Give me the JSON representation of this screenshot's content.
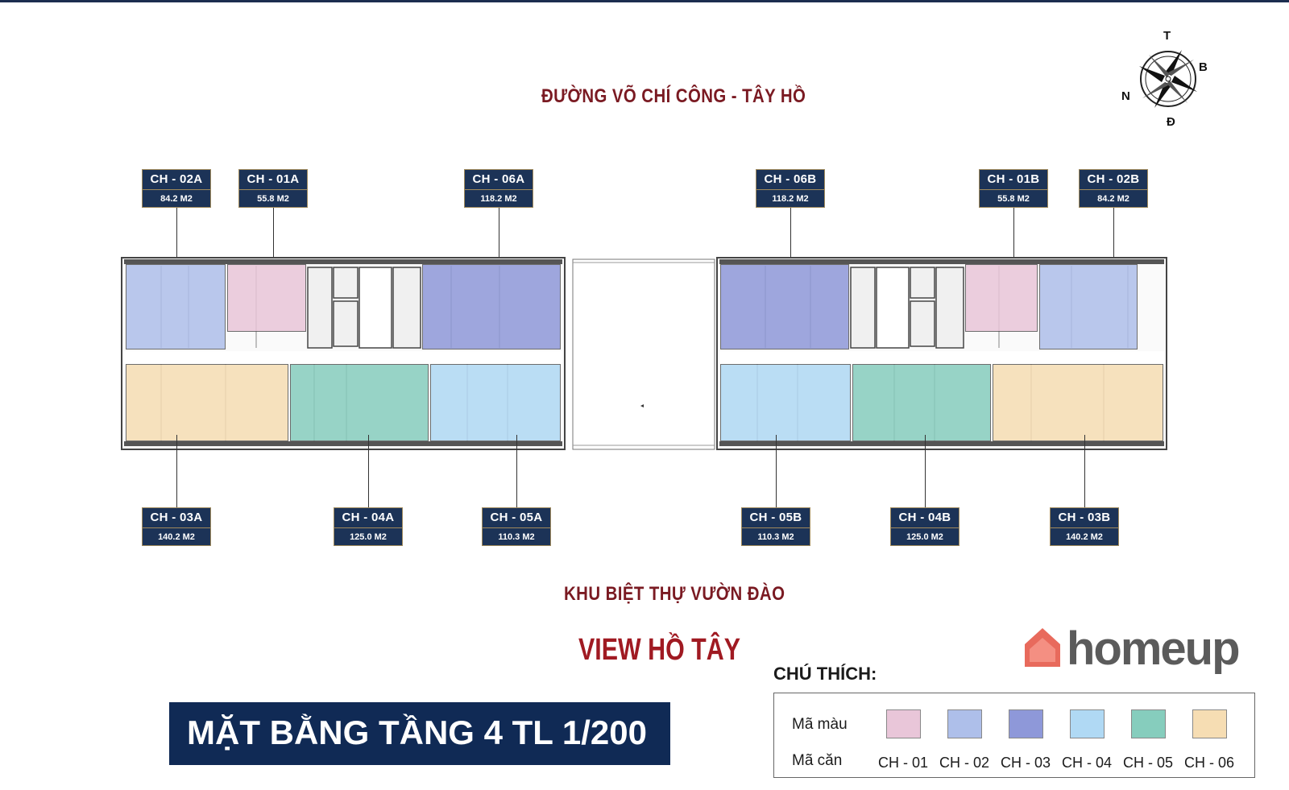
{
  "street_top": "ĐƯỜNG VÕ CHÍ CÔNG - TÂY HỒ",
  "street_bottom": "KHU BIỆT THỰ VƯỜN ĐÀO",
  "view_text": "VIEW HỒ TÂY",
  "compass": {
    "north": "T",
    "east": "B",
    "west": "N",
    "south": "Đ"
  },
  "labels_top": [
    {
      "code": "CH - 02A",
      "area": "84.2 M2"
    },
    {
      "code": "CH - 01A",
      "area": "55.8 M2"
    },
    {
      "code": "CH - 06A",
      "area": "118.2 M2"
    },
    {
      "code": "CH - 06B",
      "area": "118.2 M2"
    },
    {
      "code": "CH - 01B",
      "area": "55.8 M2"
    },
    {
      "code": "CH - 02B",
      "area": "84.2 M2"
    }
  ],
  "labels_bottom": [
    {
      "code": "CH - 03A",
      "area": "140.2 M2"
    },
    {
      "code": "CH - 04A",
      "area": "125.0 M2"
    },
    {
      "code": "CH - 05A",
      "area": "110.3 M2"
    },
    {
      "code": "CH - 05B",
      "area": "110.3 M2"
    },
    {
      "code": "CH - 04B",
      "area": "125.0 M2"
    },
    {
      "code": "CH - 03B",
      "area": "140.2 M2"
    }
  ],
  "title": "MẶT BẰNG TẦNG 4 TL 1/200",
  "logo": "homeup",
  "legend": {
    "title": "CHÚ THÍCH:",
    "color_label": "Mã màu",
    "code_label": "Mã căn",
    "items": [
      {
        "code": "CH - 01",
        "color": "#e9c6d9"
      },
      {
        "code": "CH - 02",
        "color": "#aebfea"
      },
      {
        "code": "CH - 03",
        "color": "#8e98d9"
      },
      {
        "code": "CH - 04",
        "color": "#b0d9f4"
      },
      {
        "code": "CH - 05",
        "color": "#86cdbd"
      },
      {
        "code": "CH - 06",
        "color": "#f6ddb3"
      }
    ]
  }
}
